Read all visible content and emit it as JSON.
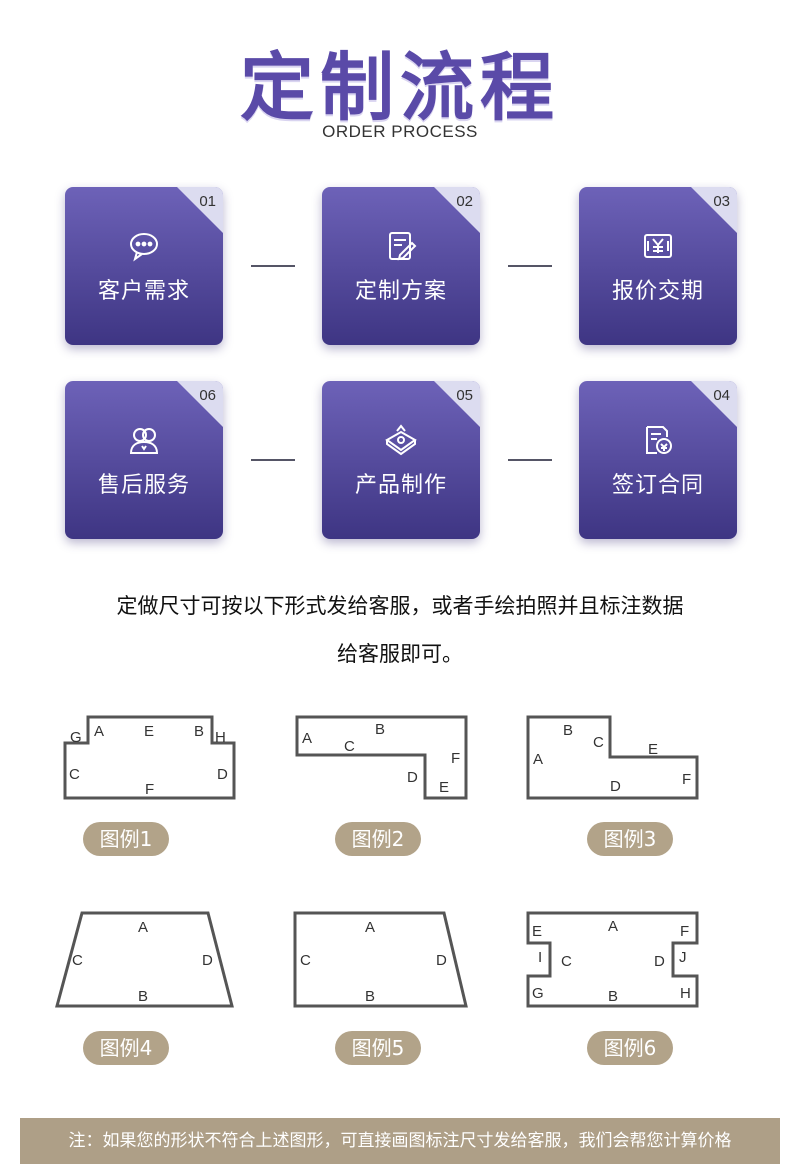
{
  "header": {
    "title": "定制流程",
    "subtitle": "ORDER PROCESS"
  },
  "steps": [
    {
      "num": "01",
      "label": "客户需求",
      "icon": "chat-bubble-icon"
    },
    {
      "num": "02",
      "label": "定制方案",
      "icon": "document-edit-icon"
    },
    {
      "num": "03",
      "label": "报价交期",
      "icon": "invoice-yen-icon"
    },
    {
      "num": "06",
      "label": "售后服务",
      "icon": "customer-service-icon"
    },
    {
      "num": "05",
      "label": "产品制作",
      "icon": "box-gear-icon"
    },
    {
      "num": "04",
      "label": "签订合同",
      "icon": "contract-icon"
    }
  ],
  "instruction": {
    "line1": "定做尺寸可按以下形式发给客服，或者手绘拍照并且标注数据",
    "line2": "给客服即可。"
  },
  "examples": [
    {
      "label": "图例1",
      "letters": [
        "G",
        "A",
        "E",
        "B",
        "H",
        "C",
        "D",
        "F"
      ]
    },
    {
      "label": "图例2",
      "letters": [
        "A",
        "B",
        "C",
        "F",
        "D",
        "E"
      ]
    },
    {
      "label": "图例3",
      "letters": [
        "B",
        "C",
        "E",
        "A",
        "F",
        "D"
      ]
    },
    {
      "label": "图例4",
      "letters": [
        "A",
        "C",
        "D",
        "B"
      ]
    },
    {
      "label": "图例5",
      "letters": [
        "A",
        "C",
        "D",
        "B"
      ]
    },
    {
      "label": "图例6",
      "letters": [
        "E",
        "A",
        "F",
        "I",
        "C",
        "D",
        "J",
        "G",
        "B",
        "H"
      ]
    }
  ],
  "note": "注：如果您的形状不符合上述图形，可直接画图标注尺寸发给客服，我们会帮您计算价格",
  "colors": {
    "card_top": "#6d62b8",
    "card_bottom": "#3e3583",
    "corner": "#dcdcf0",
    "pill": "#b2a389",
    "note_bg": "#ae9f87",
    "title": "#5a4aa8"
  }
}
